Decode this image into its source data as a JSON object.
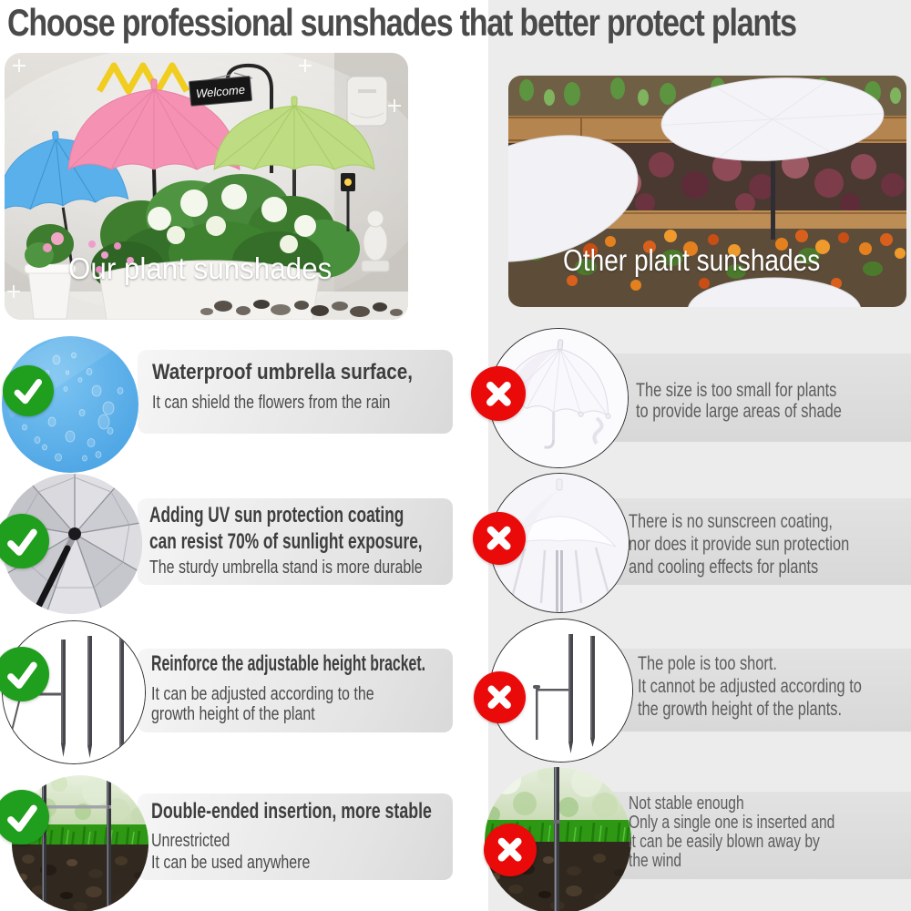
{
  "title": "Choose professional sunshades that better protect plants",
  "hero": {
    "our": {
      "caption": "Our plant sunshades",
      "welcome": "Welcome"
    },
    "other": {
      "caption": "Other plant sunshades"
    }
  },
  "rows": [
    {
      "pro": {
        "heading": [
          "Waterproof umbrella surface,"
        ],
        "sub": [
          "It can shield the flowers from the rain"
        ]
      },
      "con": {
        "lines": [
          "The size is too small for plants",
          "to provide large areas of shade"
        ]
      }
    },
    {
      "pro": {
        "heading": [
          "Adding UV sun protection coating",
          "can resist 70% of sunlight exposure,"
        ],
        "sub": [
          "The sturdy umbrella stand is more durable"
        ]
      },
      "con": {
        "lines": [
          "There is no sunscreen coating,",
          "nor does it provide sun protection",
          "and cooling effects for plants"
        ]
      }
    },
    {
      "pro": {
        "heading": [
          "Reinforce the adjustable height bracket."
        ],
        "sub": [
          "It can be adjusted according to the",
          "growth height of the plant"
        ]
      },
      "con": {
        "lines": [
          "The pole is too short.",
          "It cannot be adjusted according to",
          "the growth height of the plants."
        ]
      }
    },
    {
      "pro": {
        "heading": [
          "Double-ended insertion, more stable"
        ],
        "sub": [
          "Unrestricted",
          "It can be used anywhere"
        ]
      },
      "con": {
        "lines": [
          "Not stable enough",
          "Only a single one is inserted and",
          "it can be easily blown away by",
          "the wind"
        ]
      }
    }
  ],
  "icons": {
    "pro": "check-icon",
    "con": "cross-icon"
  },
  "colors": {
    "check_green": "#1f9f1d",
    "cross_red": "#ea0a0a",
    "right_panel": "#ececec",
    "strip_gray": "#e0e0e0",
    "title_gray": "#4a4a4a",
    "umbrella_blue": "#59b0ea",
    "umbrella_pink": "#f592b4",
    "umbrella_green": "#bedc82"
  }
}
